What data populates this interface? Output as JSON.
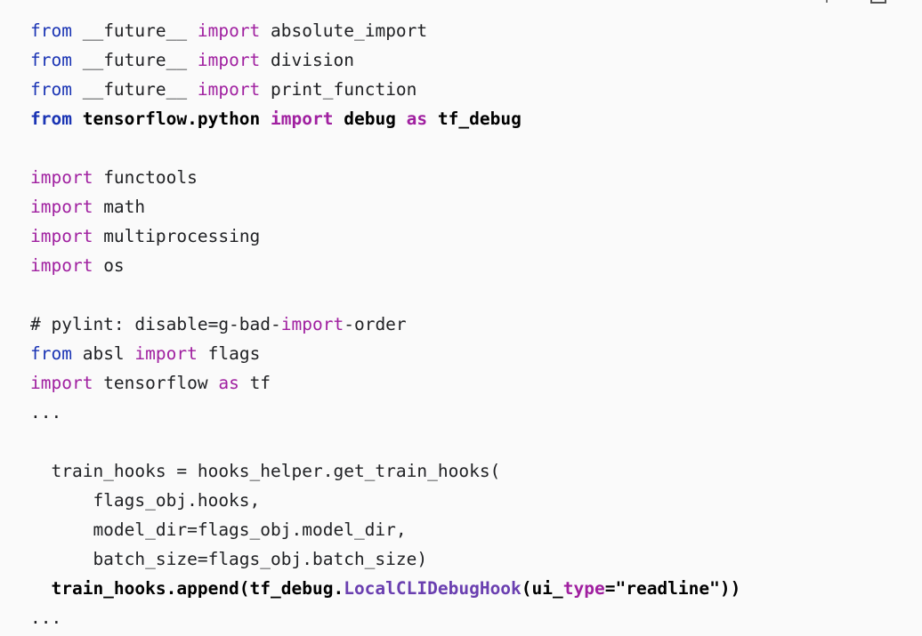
{
  "code": {
    "lines": [
      {
        "tokens": [
          {
            "t": "from",
            "c": "kw-from"
          },
          {
            "t": " __future__ ",
            "c": "plain"
          },
          {
            "t": "import",
            "c": "kw"
          },
          {
            "t": " absolute_import",
            "c": "plain"
          }
        ]
      },
      {
        "tokens": [
          {
            "t": "from",
            "c": "kw-from"
          },
          {
            "t": " __future__ ",
            "c": "plain"
          },
          {
            "t": "import",
            "c": "kw"
          },
          {
            "t": " division",
            "c": "plain"
          }
        ]
      },
      {
        "tokens": [
          {
            "t": "from",
            "c": "kw-from"
          },
          {
            "t": " __future__ ",
            "c": "plain"
          },
          {
            "t": "import",
            "c": "kw"
          },
          {
            "t": " print_function",
            "c": "plain"
          }
        ]
      },
      {
        "bold": true,
        "tokens": [
          {
            "t": "from",
            "c": "kw-from"
          },
          {
            "t": " tensorflow.python ",
            "c": "plain"
          },
          {
            "t": "import",
            "c": "kw"
          },
          {
            "t": " debug ",
            "c": "plain"
          },
          {
            "t": "as",
            "c": "kw"
          },
          {
            "t": " tf_debug",
            "c": "plain"
          }
        ]
      },
      {
        "tokens": []
      },
      {
        "tokens": [
          {
            "t": "import",
            "c": "kw"
          },
          {
            "t": " functools",
            "c": "plain"
          }
        ]
      },
      {
        "tokens": [
          {
            "t": "import",
            "c": "kw"
          },
          {
            "t": " math",
            "c": "plain"
          }
        ]
      },
      {
        "tokens": [
          {
            "t": "import",
            "c": "kw"
          },
          {
            "t": " multiprocessing",
            "c": "plain"
          }
        ]
      },
      {
        "tokens": [
          {
            "t": "import",
            "c": "kw"
          },
          {
            "t": " os",
            "c": "plain"
          }
        ]
      },
      {
        "tokens": []
      },
      {
        "tokens": [
          {
            "t": "# pylint: disable=g-bad-",
            "c": "plain"
          },
          {
            "t": "import",
            "c": "kw"
          },
          {
            "t": "-order",
            "c": "plain"
          }
        ]
      },
      {
        "tokens": [
          {
            "t": "from",
            "c": "kw-from"
          },
          {
            "t": " absl ",
            "c": "plain"
          },
          {
            "t": "import",
            "c": "kw"
          },
          {
            "t": " flags",
            "c": "plain"
          }
        ]
      },
      {
        "tokens": [
          {
            "t": "import",
            "c": "kw"
          },
          {
            "t": " tensorflow ",
            "c": "plain"
          },
          {
            "t": "as",
            "c": "kw"
          },
          {
            "t": " tf",
            "c": "plain"
          }
        ]
      },
      {
        "tokens": [
          {
            "t": "...",
            "c": "plain"
          }
        ]
      },
      {
        "tokens": []
      },
      {
        "tokens": [
          {
            "t": "  train_hooks = hooks_helper.get_train_hooks(",
            "c": "plain"
          }
        ]
      },
      {
        "tokens": [
          {
            "t": "      flags_obj.hooks,",
            "c": "plain"
          }
        ]
      },
      {
        "tokens": [
          {
            "t": "      model_dir=flags_obj.model_dir,",
            "c": "plain"
          }
        ]
      },
      {
        "tokens": [
          {
            "t": "      batch_size=flags_obj.batch_size)",
            "c": "plain"
          }
        ]
      },
      {
        "bold": true,
        "tokens": [
          {
            "t": "  train_hooks.append(tf_debug.",
            "c": "plain"
          },
          {
            "t": "LocalCLIDebugHook",
            "c": "fn"
          },
          {
            "t": "(ui_",
            "c": "plain"
          },
          {
            "t": "type",
            "c": "kw"
          },
          {
            "t": "=\"readline\"))",
            "c": "plain"
          }
        ]
      },
      {
        "tokens": [
          {
            "t": "...",
            "c": "plain"
          }
        ]
      }
    ]
  }
}
